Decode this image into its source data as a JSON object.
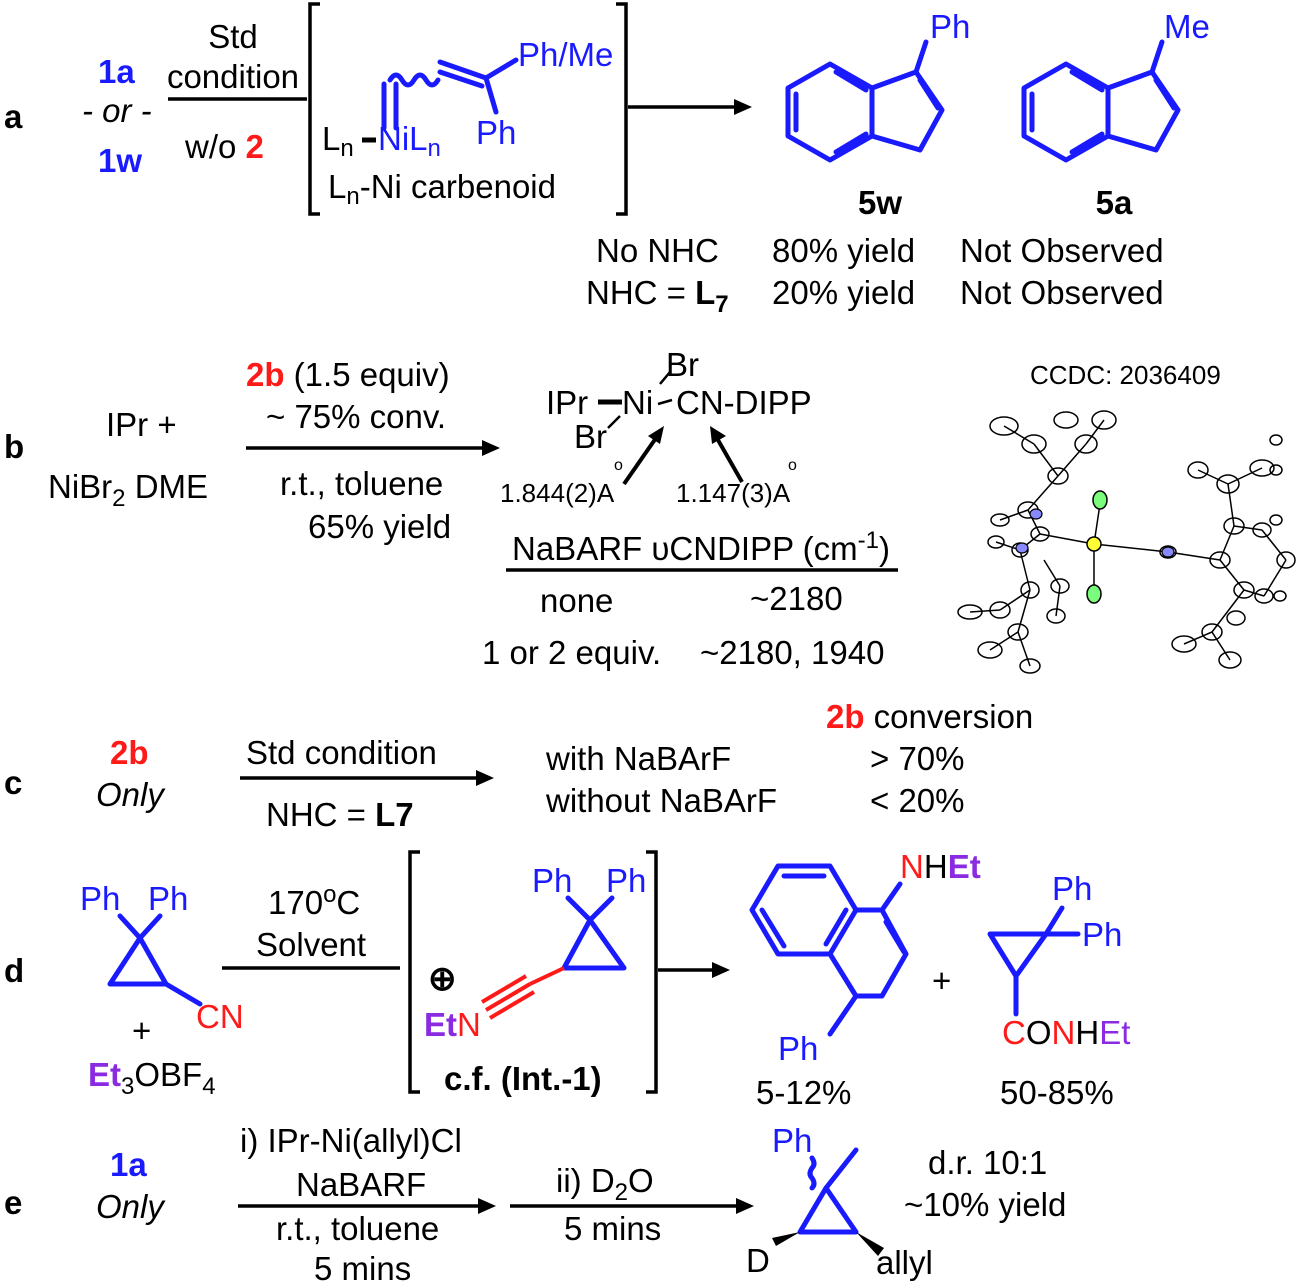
{
  "a": {
    "label": "a",
    "start1": "1a",
    "or": "- or -",
    "start2": "1w",
    "cond_top1": "Std",
    "cond_top2": "condition",
    "cond_bottom_prefix": "w/o ",
    "cond_bottom_num": "2",
    "intermediate_subst": "Ph/Me",
    "intermediate_ph": "Ph",
    "intermediate_ni_left": "L",
    "intermediate_ni": "NiL",
    "sub_n": "n",
    "carbenoid": "L",
    "carbenoid_rest": "-Ni carbenoid",
    "prod1_subst": "Ph",
    "prod2_subst": "Me",
    "prod1_id": "5w",
    "prod2_id": "5a",
    "row1_cond": "No NHC",
    "row1_5w": "80% yield",
    "row1_5a": "Not Observed",
    "row2_cond": "NHC = ",
    "row2_ligand": "L",
    "row2_ligand_sub": "7",
    "row2_5w": "20% yield",
    "row2_5a": "Not Observed"
  },
  "b": {
    "label": "b",
    "reagent1": "IPr +",
    "reagent2_a": "NiBr",
    "reagent2_sub": "2",
    "reagent2_b": " DME",
    "arrow_top_id": "2b",
    "arrow_top_equiv": " (1.5 equiv)",
    "arrow_top2": "~ 75% conv.",
    "arrow_bottom1": "r.t., toluene",
    "arrow_bottom2": "65% yield",
    "complex_br_top": "Br",
    "complex_ipr": "IPr",
    "complex_ni": "Ni",
    "complex_cn": "CN-DIPP",
    "complex_br_bottom": "Br",
    "bond1": "1.844(2)",
    "bond2": "1.147(3)",
    "angstrom": "A",
    "ccdc": "CCDC: 2036409",
    "table_header": "NaBARF  υCNDIPP (cm",
    "table_header_sup": "-1",
    "table_header_end": ")",
    "row1_a": "none",
    "row1_b": "~2180",
    "row2_a": "1 or 2 equiv.",
    "row2_b": "~2180, 1940"
  },
  "c": {
    "label": "c",
    "reagent": "2b",
    "only": "Only",
    "arrow_top": "Std condition",
    "arrow_bottom_a": "NHC = ",
    "arrow_bottom_b": "L7",
    "header_id": "2b",
    "header_rest": " conversion",
    "row1_a": "with NaBArF",
    "row1_b": "> 70%",
    "row2_a": "without NaBArF",
    "row2_b": "< 20%"
  },
  "d": {
    "label": "d",
    "ph": "Ph",
    "cn": "CN",
    "plus": "+",
    "et": "Et",
    "et_sub": "3",
    "obf": "OBF",
    "obf_sub": "4",
    "arrow_top1": "170",
    "arrow_top_sup": "o",
    "arrow_top1b": "C",
    "arrow_top2": "Solvent",
    "int_plus": "⊕",
    "int_et": "Et",
    "int_n": "N",
    "int_label": "c.f. (Int.-1)",
    "prod1_n": "N",
    "prod1_h": "H",
    "prod1_et": "Et",
    "prod1_yield": "5-12%",
    "prod2_c": "C",
    "prod2_o": "O",
    "prod2_n": "N",
    "prod2_h": "H",
    "prod2_et": "Et",
    "prod2_yield": "50-85%"
  },
  "e": {
    "label": "e",
    "reagent": "1a",
    "only": "Only",
    "arrow1_top1": "i) IPr-Ni(allyl)Cl",
    "arrow1_top2": "NaBARF",
    "arrow1_bottom1": "r.t., toluene",
    "arrow1_bottom2": "5 mins",
    "arrow2_top_a": "ii) D",
    "arrow2_top_sub": "2",
    "arrow2_top_b": "O",
    "arrow2_bottom": "5 mins",
    "prod_ph": "Ph",
    "prod_d": "D",
    "prod_allyl": "allyl",
    "dr": "d.r. 10:1",
    "yield": "~10% yield"
  },
  "colors": {
    "blue": "#1a1aff",
    "red": "#ff1a1a",
    "purple": "#8a2be2",
    "black": "#000000"
  }
}
